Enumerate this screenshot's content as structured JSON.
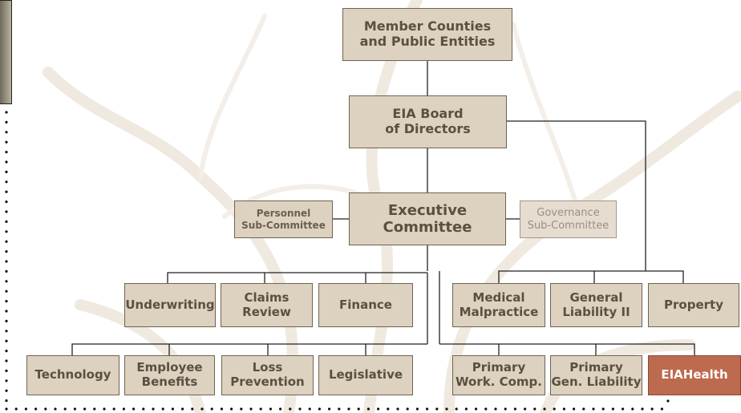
{
  "nodes": {
    "members": "Member Counties\nand Public Entities",
    "board": "EIA Board\nof Directors",
    "executive": "Executive\nCommittee",
    "personnel": "Personnel\nSub-Committee",
    "governance": "Governance\nSub-Committee",
    "underwriting": "Underwriting",
    "claims": "Claims\nReview",
    "finance": "Finance",
    "technology": "Technology",
    "employee": "Employee\nBenefits",
    "loss": "Loss\nPrevention",
    "legislative": "Legislative",
    "medical": "Medical\nMalpractice",
    "general": "General\nLiability II",
    "property": "Property",
    "primary_wc": "Primary\nWork. Comp.",
    "primary_gl": "Primary\nGen. Liability",
    "eiahealth": "EIAHealth"
  },
  "colors": {
    "box_fill": "#ddd1bf",
    "box_text": "#5a5042",
    "accent_fill": "#bd6a4e",
    "accent_text": "#ffffff",
    "line": "#222222"
  }
}
